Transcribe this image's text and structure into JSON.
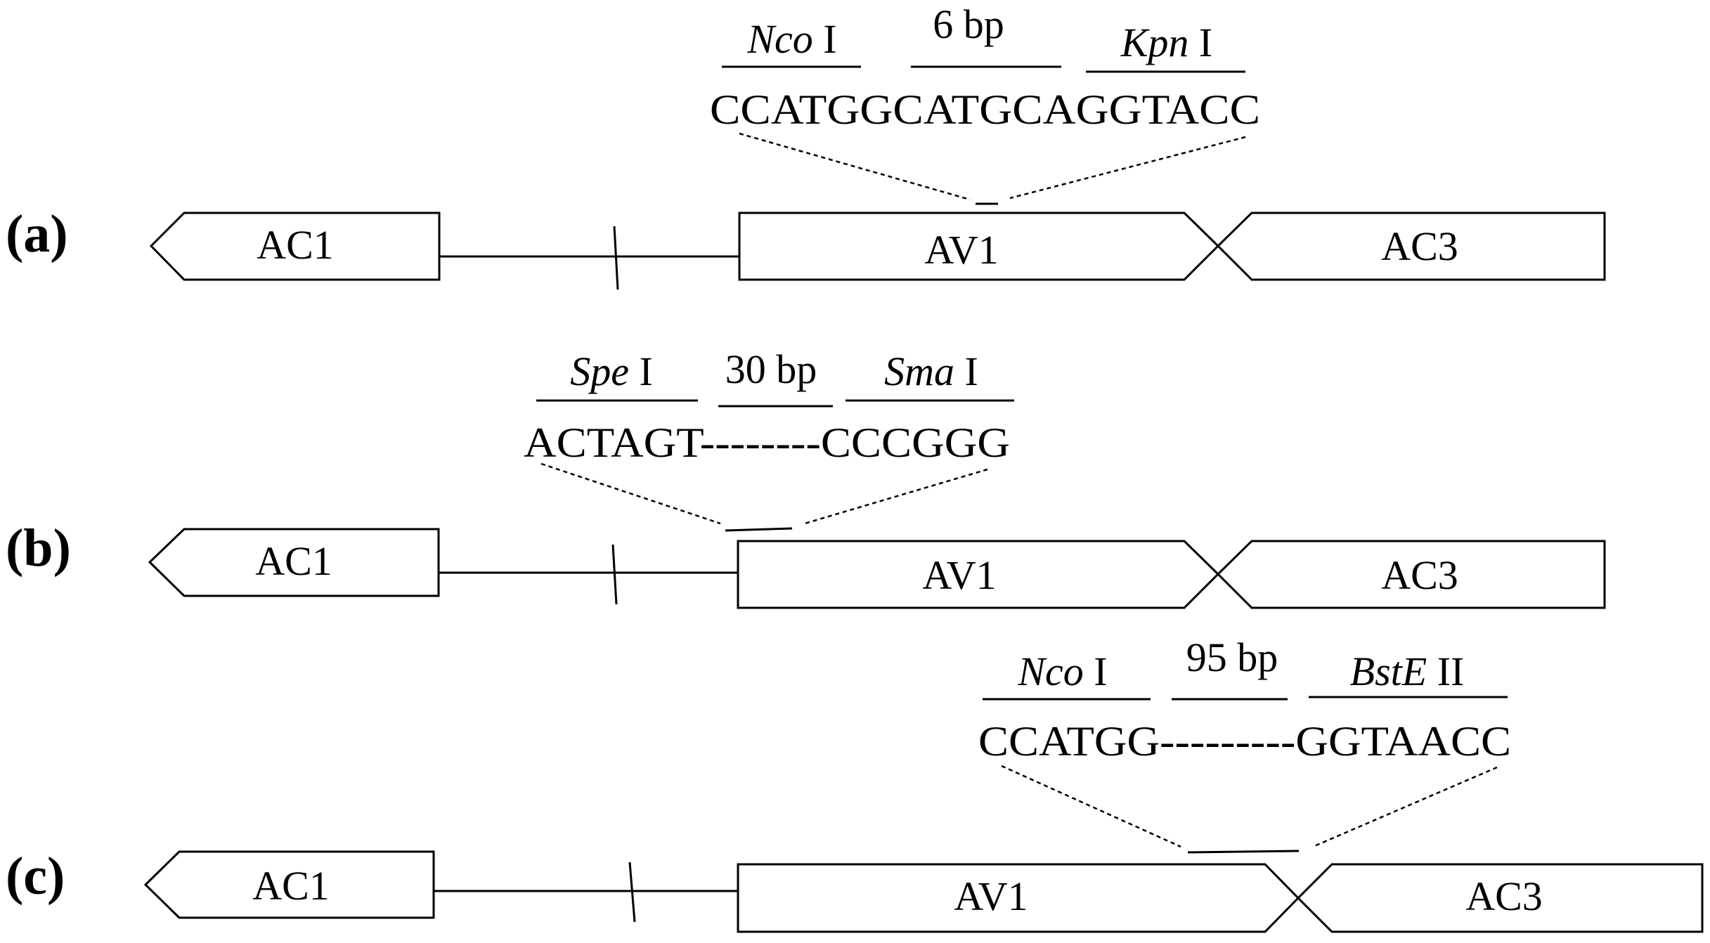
{
  "panels": [
    {
      "id": "a",
      "label": "(a)",
      "genes": {
        "left": "AC1",
        "middle": "AV1",
        "right": "AC3"
      },
      "enzyme_left": {
        "name": "Nco",
        "suffix": "I"
      },
      "spacer": "6 bp",
      "enzyme_right": {
        "name": "Kpn",
        "suffix": "I"
      },
      "sequence": "CCATGGCATGCAGGTACC"
    },
    {
      "id": "b",
      "label": "(b)",
      "genes": {
        "left": "AC1",
        "middle": "AV1",
        "right": "AC3"
      },
      "enzyme_left": {
        "name": "Spe",
        "suffix": "I"
      },
      "spacer": "30 bp",
      "enzyme_right": {
        "name": "Sma",
        "suffix": "I"
      },
      "sequence": "ACTAGT--------CCCGGG"
    },
    {
      "id": "c",
      "label": "(c)",
      "genes": {
        "left": "AC1",
        "middle": "AV1",
        "right": "AC3"
      },
      "enzyme_left": {
        "name": "Nco",
        "suffix": "I"
      },
      "spacer": "95 bp",
      "enzyme_right": {
        "name": "BstE",
        "suffix": "II"
      },
      "sequence": "CCATGG---------GGTAACC"
    }
  ]
}
